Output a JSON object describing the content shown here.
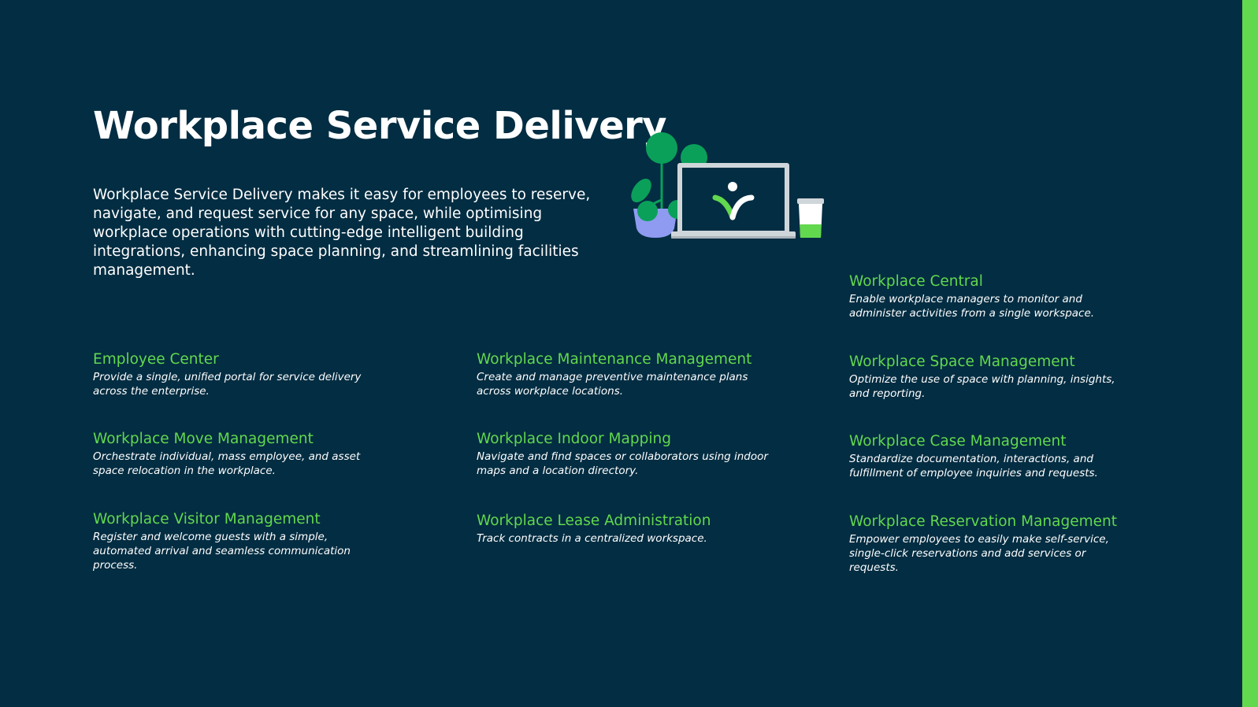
{
  "slide": {
    "title": "Workplace Service Delivery",
    "intro": "Workplace Service Delivery makes it easy for employees to reserve, navigate, and request service for any space, while optimising workplace operations with cutting-edge intelligent building integrations, enhancing space planning, and streamlining facilities management."
  },
  "colors": {
    "background": "#032d42",
    "accent": "#62d84e",
    "text": "#ffffff"
  },
  "illustration": {
    "icons": [
      "plant-icon",
      "laptop-icon",
      "servicenow-logo-icon",
      "cup-icon"
    ]
  },
  "features": [
    {
      "title": "Workplace Central",
      "desc": "Enable workplace managers to monitor and administer activities from a single workspace."
    },
    {
      "title": "Employee Center",
      "desc": "Provide a single, unified portal for service delivery across the enterprise."
    },
    {
      "title": "Workplace Maintenance Management",
      "desc": "Create and manage preventive maintenance plans across workplace locations."
    },
    {
      "title": "Workplace Space Management",
      "desc": "Optimize the use of space with planning, insights, and reporting."
    },
    {
      "title": "Workplace Move Management",
      "desc": "Orchestrate individual, mass employee, and asset space relocation in the workplace."
    },
    {
      "title": "Workplace Indoor Mapping",
      "desc": "Navigate and find spaces or collaborators using indoor maps and a location directory."
    },
    {
      "title": "Workplace Case Management",
      "desc": "Standardize documentation, interactions, and fulfillment of employee inquiries and requests."
    },
    {
      "title": "Workplace Visitor Management",
      "desc": "Register and welcome guests with a simple, automated arrival and seamless communication process."
    },
    {
      "title": "Workplace Lease Administration",
      "desc": "Track contracts in a centralized workspace."
    },
    {
      "title": "Workplace Reservation Management",
      "desc": "Empower employees to easily make self-service, single-click reservations and add services or requests."
    }
  ]
}
